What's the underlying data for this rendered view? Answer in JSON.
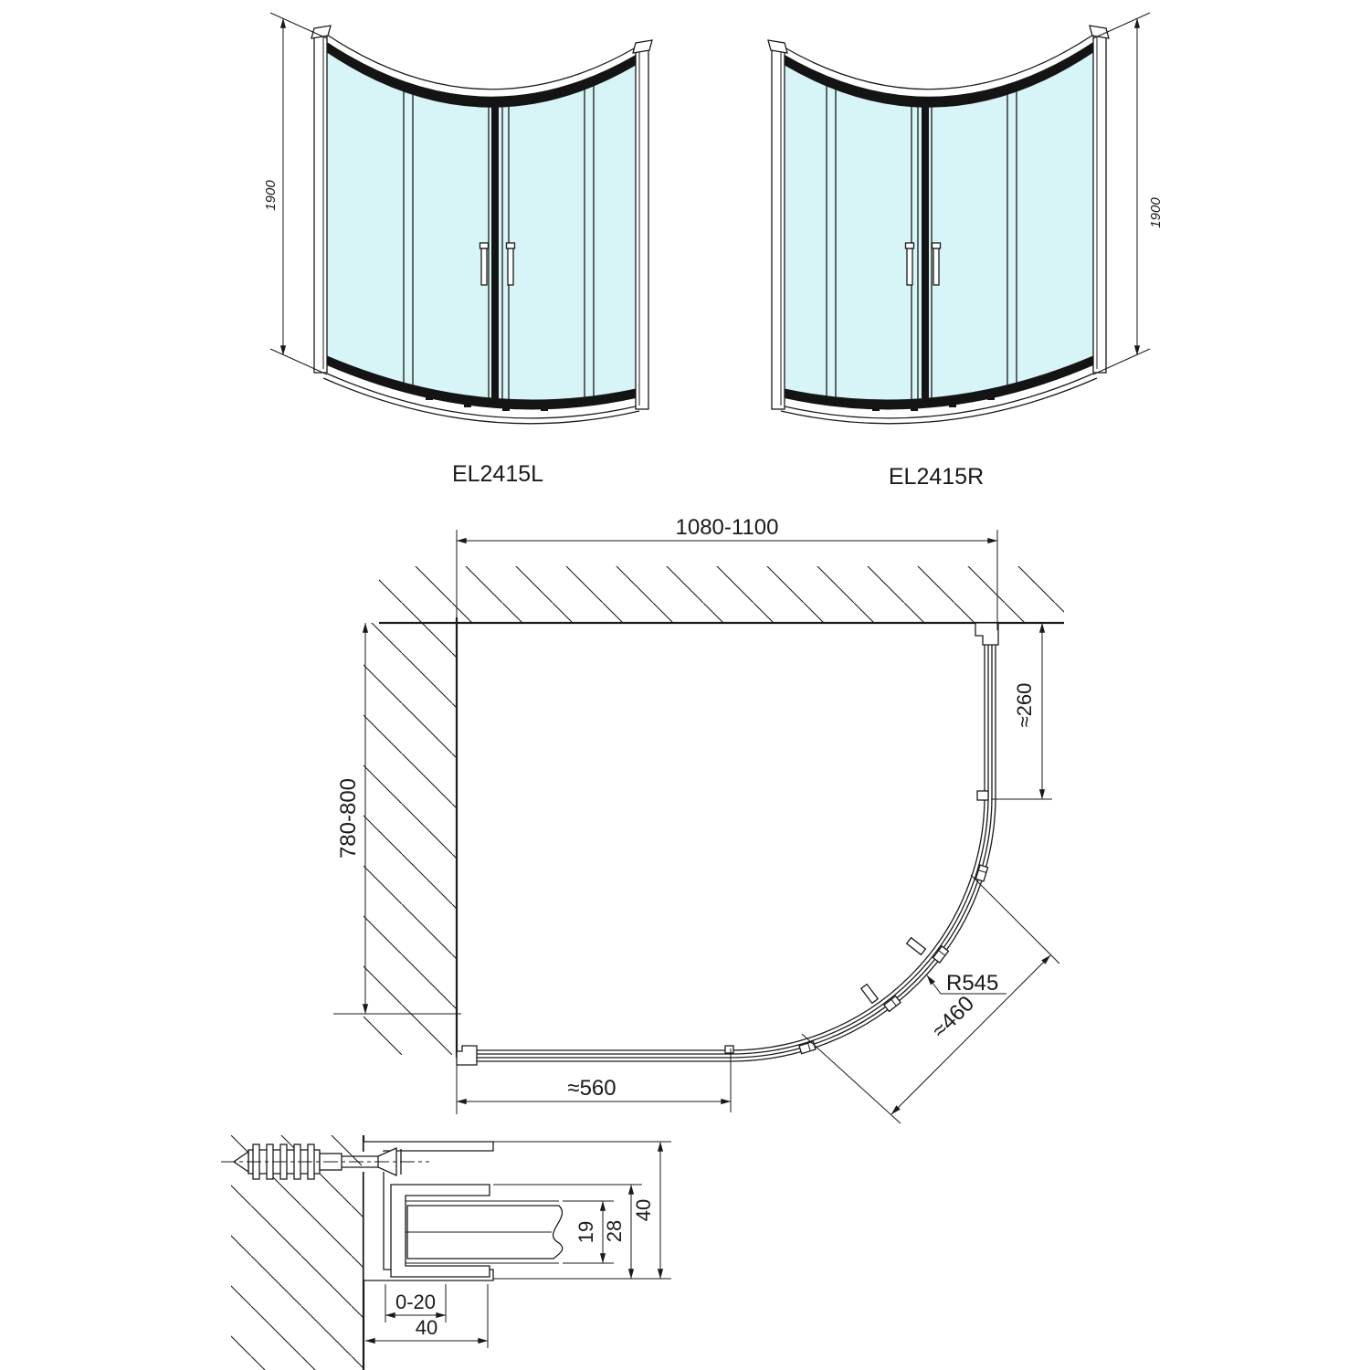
{
  "drawing": {
    "views": {
      "front_left": {
        "label": "EL2415L",
        "height_dim": "1900"
      },
      "front_right": {
        "label": "EL2415R",
        "height_dim": "1900"
      },
      "plan": {
        "width_dim": "1080-1100",
        "depth_dim": "780-800",
        "right_segment_dim": "≈260",
        "radius_dim": "R545",
        "arc_opening_dim": "≈460",
        "front_segment_dim": "≈560"
      },
      "section_detail": {
        "adjustment_dim": "0-20",
        "profile_width_dim": "40",
        "glass_pocket_dim": "19",
        "inner_profile_dim": "28",
        "profile_height_dim": "40"
      }
    },
    "colors": {
      "glass": "#d7f4f6",
      "line": "#1a1a1a",
      "rail_fill": "#141414",
      "background": "#ffffff"
    }
  }
}
